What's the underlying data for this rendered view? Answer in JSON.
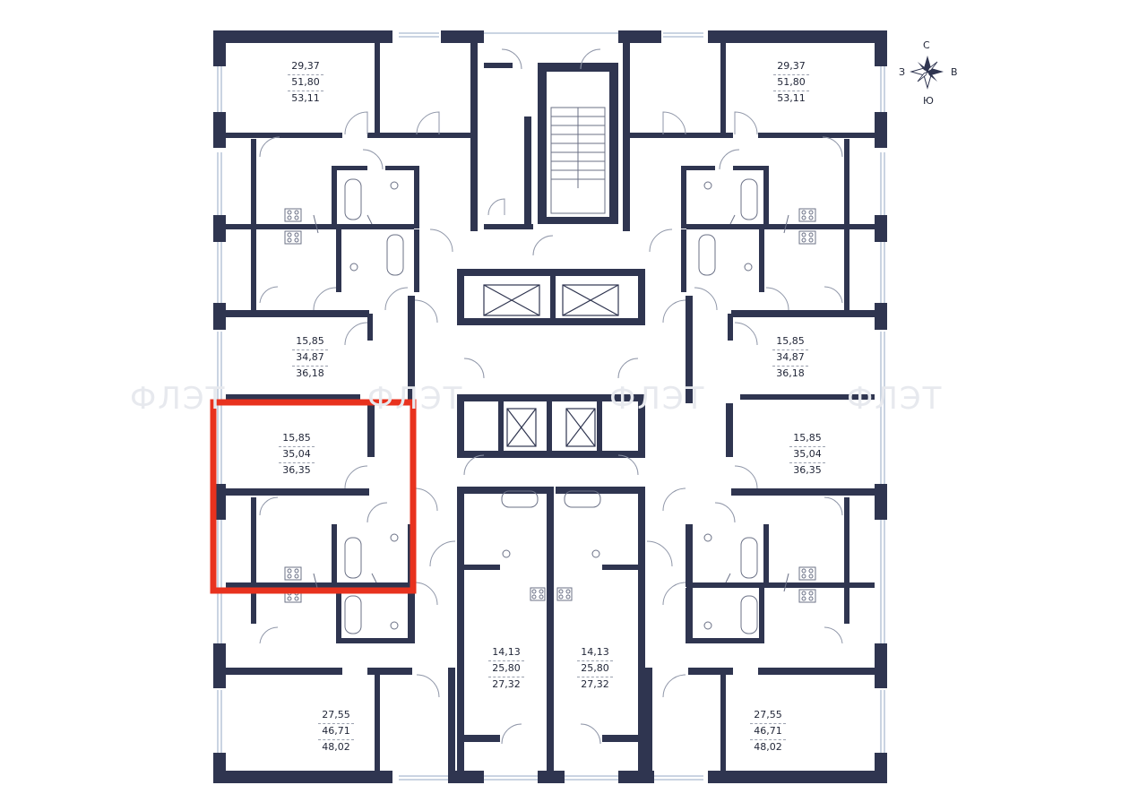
{
  "apartments": [
    {
      "id": "apt-top-left",
      "values": [
        "29,37",
        "51,80",
        "53,11"
      ]
    },
    {
      "id": "apt-top-right",
      "values": [
        "29,37",
        "51,80",
        "53,11"
      ]
    },
    {
      "id": "apt-mid-left-1",
      "values": [
        "15,85",
        "34,87",
        "36,18"
      ]
    },
    {
      "id": "apt-mid-right-1",
      "values": [
        "15,85",
        "34,87",
        "36,18"
      ]
    },
    {
      "id": "apt-mid-left-2",
      "values": [
        "15,85",
        "35,04",
        "36,35"
      ]
    },
    {
      "id": "apt-mid-right-2",
      "values": [
        "15,85",
        "35,04",
        "36,35"
      ]
    },
    {
      "id": "apt-bottom-center-left",
      "values": [
        "14,13",
        "25,80",
        "27,32"
      ]
    },
    {
      "id": "apt-bottom-center-right",
      "values": [
        "14,13",
        "25,80",
        "27,32"
      ]
    },
    {
      "id": "apt-bottom-left",
      "values": [
        "27,55",
        "46,71",
        "48,02"
      ]
    },
    {
      "id": "apt-bottom-right",
      "values": [
        "27,55",
        "46,71",
        "48,02"
      ]
    }
  ],
  "compass": {
    "north": "С",
    "west": "З",
    "east": "В",
    "south": "Ю"
  },
  "watermark": "ФЛЭТ",
  "colors": {
    "wall": "#2f3550",
    "highlight": "#e8321e",
    "window": "#b8c6d8",
    "fixture": "#6b7186"
  }
}
